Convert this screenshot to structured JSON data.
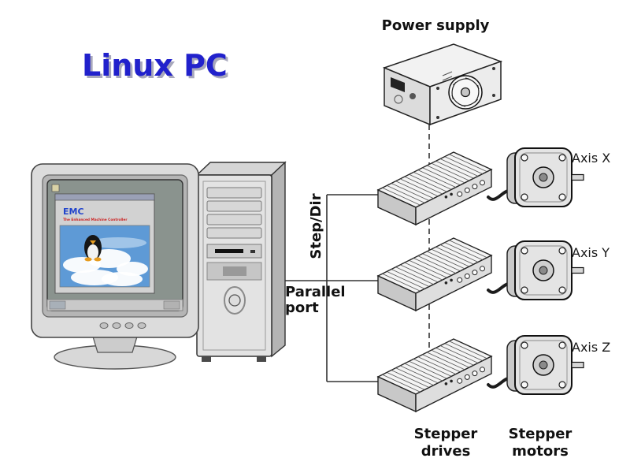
{
  "title": {
    "text": "Linux PC"
  },
  "colors": {
    "title_blue": "#2121cc",
    "title_shadow": "#a8a8bc",
    "emc_blue": "#2244cc",
    "emc_red": "#cc2222",
    "diagram_line": "#333333"
  },
  "labels": {
    "power_supply": "Power supply",
    "step_dir": "Step/Dir",
    "parallel_port_lines": [
      "Parallel",
      "port"
    ],
    "stepper_drives_lines": [
      "Stepper",
      "drives"
    ],
    "stepper_motors_lines": [
      "Stepper",
      "motors"
    ],
    "axes": [
      "Axis X",
      "Axis Y",
      "Axis Z"
    ]
  },
  "monitor_screen": {
    "emc_title": "EMC",
    "emc_subtitle": "The Enhanced Machine Controller"
  }
}
